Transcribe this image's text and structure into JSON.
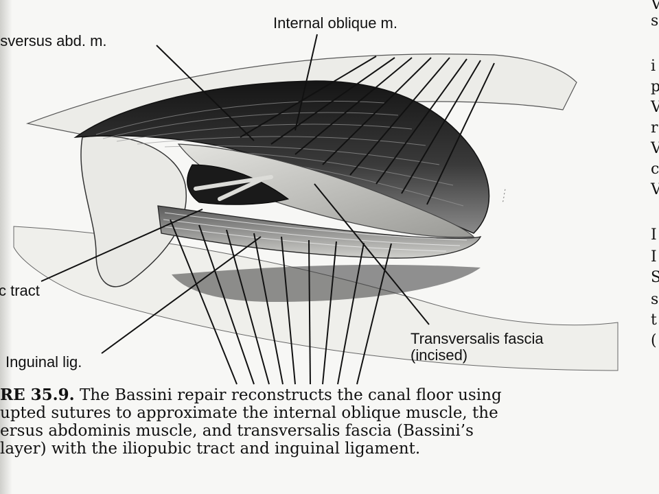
{
  "labels": {
    "internal_oblique": "Internal oblique m.",
    "transversus_abd": "nsversus abd. m.",
    "iliopubic_tract": "c tract",
    "inguinal_lig": "Inguinal lig.",
    "transversalis_fascia_line1": "Transversalis fascia",
    "transversalis_fascia_line2": "(incised)"
  },
  "caption": {
    "figure_label": "RE 35.9.",
    "line1_rest": " The Bassini repair reconstructs the canal floor using",
    "line2": "upted sutures to approximate the internal oblique muscle, the",
    "line3": "ersus abdominis muscle, and transversalis fascia (Bassini’s",
    "line4": "layer) with the iliopubic tract and inguinal ligament."
  },
  "right_column_glyphs": [
    "V",
    "s",
    "i",
    "p",
    "V",
    "r",
    "V",
    "c",
    "V",
    "I",
    "I",
    "S",
    "s",
    "t",
    "("
  ],
  "colors": {
    "ink": "#111111",
    "paper": "#f7f7f5",
    "muscle_dark": "#1c1c1c",
    "muscle_mid": "#6a6a6a",
    "fascia_light": "#d8d8d4"
  }
}
